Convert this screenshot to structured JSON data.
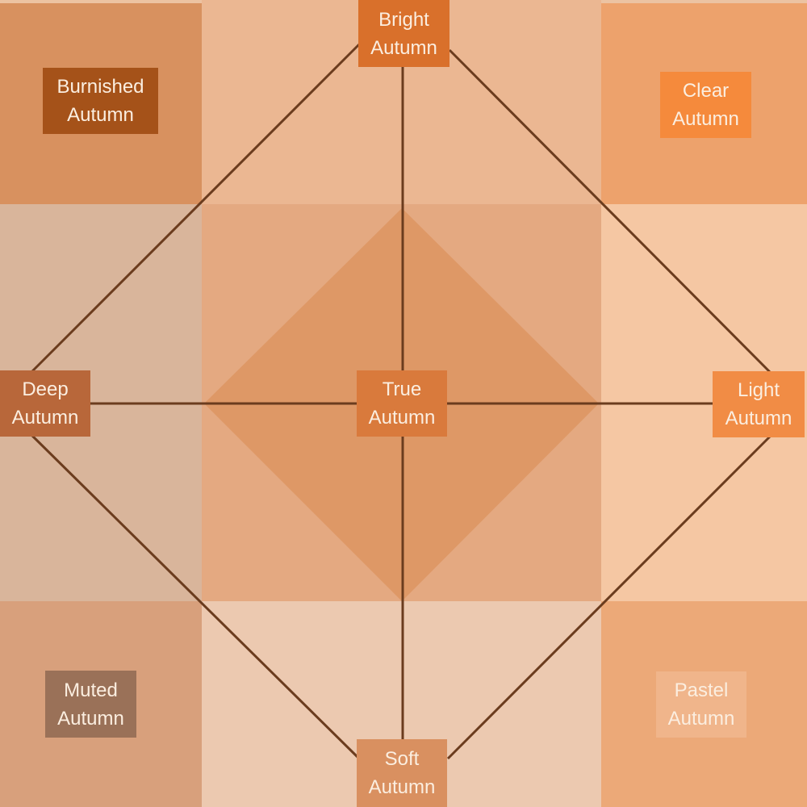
{
  "colors": {
    "line": "#6b3c1e",
    "label_text": "#fbeee0",
    "inner_diamond": "#de9866",
    "cells": {
      "top_left": "#d8915f",
      "top_middle": "#ebb792",
      "top_right": "#eda26c",
      "middle_left": "#d9b59b",
      "center": "#e4a981",
      "middle_right": "#f5c7a3",
      "bottom_left": "#d8a07c",
      "bottom_middle": "#ecc9b0",
      "bottom_right": "#eca978"
    }
  },
  "labels": {
    "bright": {
      "line1": "Bright",
      "line2": "Autumn",
      "color": "#d9702b"
    },
    "burnished": {
      "line1": "Burnished",
      "line2": "Autumn",
      "color": "#a55219"
    },
    "clear": {
      "line1": "Clear",
      "line2": "Autumn",
      "color": "#f58a3c"
    },
    "deep": {
      "line1": "Deep",
      "line2": "Autumn",
      "color": "#b8673a"
    },
    "true": {
      "line1": "True",
      "line2": "Autumn",
      "color": "#d97a3c"
    },
    "light": {
      "line1": "Light",
      "line2": "Autumn",
      "color": "#f18c45"
    },
    "muted": {
      "line1": "Muted",
      "line2": "Autumn",
      "color": "#9a7158"
    },
    "pastel": {
      "line1": "Pastel",
      "line2": "Autumn",
      "color": "#f0b58b"
    },
    "soft": {
      "line1": "Soft",
      "line2": "Autumn",
      "color": "#d99060"
    }
  }
}
